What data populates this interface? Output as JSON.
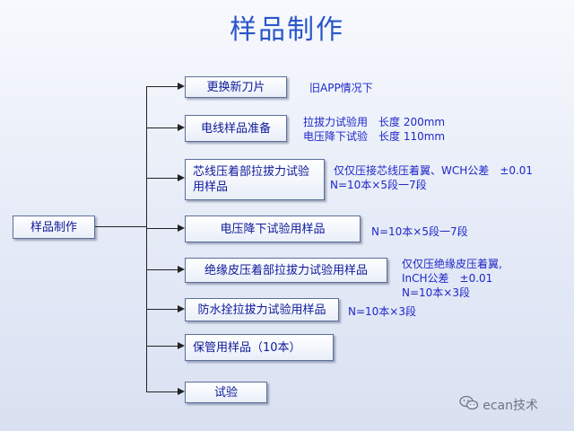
{
  "title": "样品制作",
  "root": {
    "label": "样品制作"
  },
  "steps": [
    {
      "label": "更换新刀片",
      "note": [
        "旧APP情况下"
      ]
    },
    {
      "label": "电线样品准备",
      "note": [
        "拉拔力试验用　长度 200mm",
        "电压降下试验　长度 110mm"
      ]
    },
    {
      "label": "芯线压着部拉拔力试验用样品",
      "note": [
        "仅仅压接芯线压着翼、WCH公差　±0.01",
        "N=10本×5段一7段"
      ]
    },
    {
      "label": "电压降下试验用样品",
      "note": [
        "N=10本×5段一7段"
      ]
    },
    {
      "label": "绝缘皮压着部拉拔力试验用样品",
      "note": [
        "仅仅压绝缘皮压着翼,",
        "InCH公差　±0.01",
        "N=10本×3段"
      ]
    },
    {
      "label": "防水拴拉拔力试验用样品",
      "note": [
        "N=10本×3段"
      ]
    },
    {
      "label": "保管用样品（10本）",
      "note": []
    },
    {
      "label": "试验",
      "note": []
    }
  ],
  "watermark": {
    "text": "ecan技术"
  }
}
